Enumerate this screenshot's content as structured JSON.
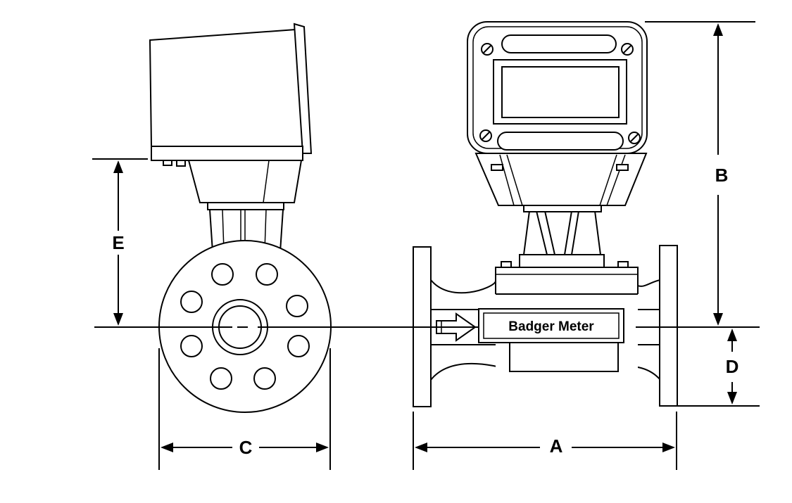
{
  "brand_plate": {
    "text": "Badger  Meter"
  },
  "dimensions": {
    "A": "A",
    "B": "B",
    "C": "C",
    "D": "D",
    "E": "E"
  },
  "colors": {
    "ink": "#000000",
    "paper": "#ffffff",
    "shade": "#e6e6e6"
  }
}
